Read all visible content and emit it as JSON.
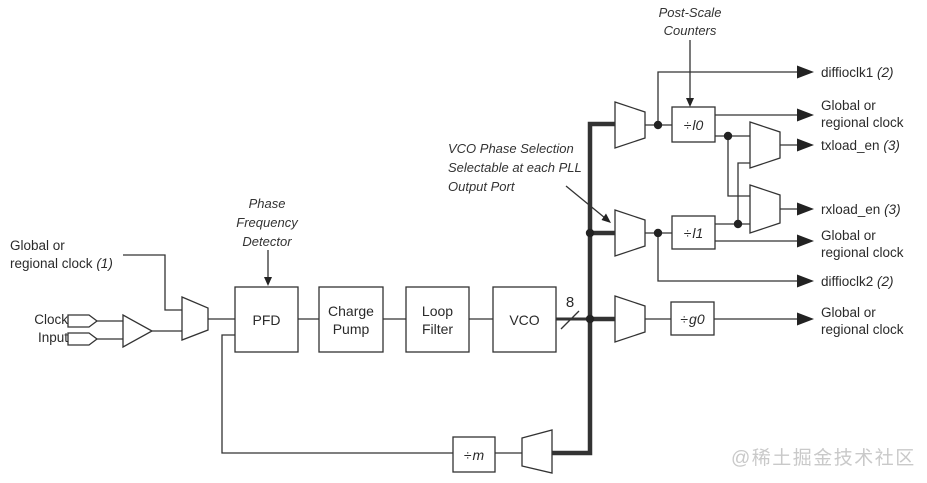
{
  "diagram": {
    "inputs": {
      "global_clock_line1": "Global or",
      "global_clock_line2": "regional clock",
      "global_clock_note": "(1)",
      "clock_line1": "Clock",
      "clock_line2": "Input"
    },
    "annotations": {
      "pfd_line1": "Phase",
      "pfd_line2": "Frequency",
      "pfd_line3": "Detector",
      "vco_line1": "VCO Phase Selection",
      "vco_line2": "Selectable at each PLL",
      "vco_line3": "Output Port",
      "postscale_line1": "Post-Scale",
      "postscale_line2": "Counters",
      "bus_width": "8"
    },
    "blocks": {
      "pfd": "PFD",
      "charge_pump_line1": "Charge",
      "charge_pump_line2": "Pump",
      "loop_filter_line1": "Loop",
      "loop_filter_line2": "Filter",
      "vco": "VCO"
    },
    "counters": {
      "divide_sign": "÷",
      "l0": "l0",
      "l1": "l1",
      "g0": "g0",
      "m": "m"
    },
    "outputs": {
      "diffioclk1": "diffioclk1",
      "diffioclk1_note": "(2)",
      "global1_line1": "Global or",
      "global1_line2": "regional clock",
      "txload": "txload_en",
      "txload_note": "(3)",
      "rxload": "rxload_en",
      "rxload_note": "(3)",
      "global2_line1": "Global or",
      "global2_line2": "regional clock",
      "diffioclk2": "diffioclk2",
      "diffioclk2_note": "(2)",
      "global3_line1": "Global or",
      "global3_line2": "regional clock"
    },
    "colors": {
      "line": "#333333",
      "text": "#2a2a2a",
      "watermark": "#c9c9c9"
    }
  },
  "watermark": "@稀土掘金技术社区"
}
